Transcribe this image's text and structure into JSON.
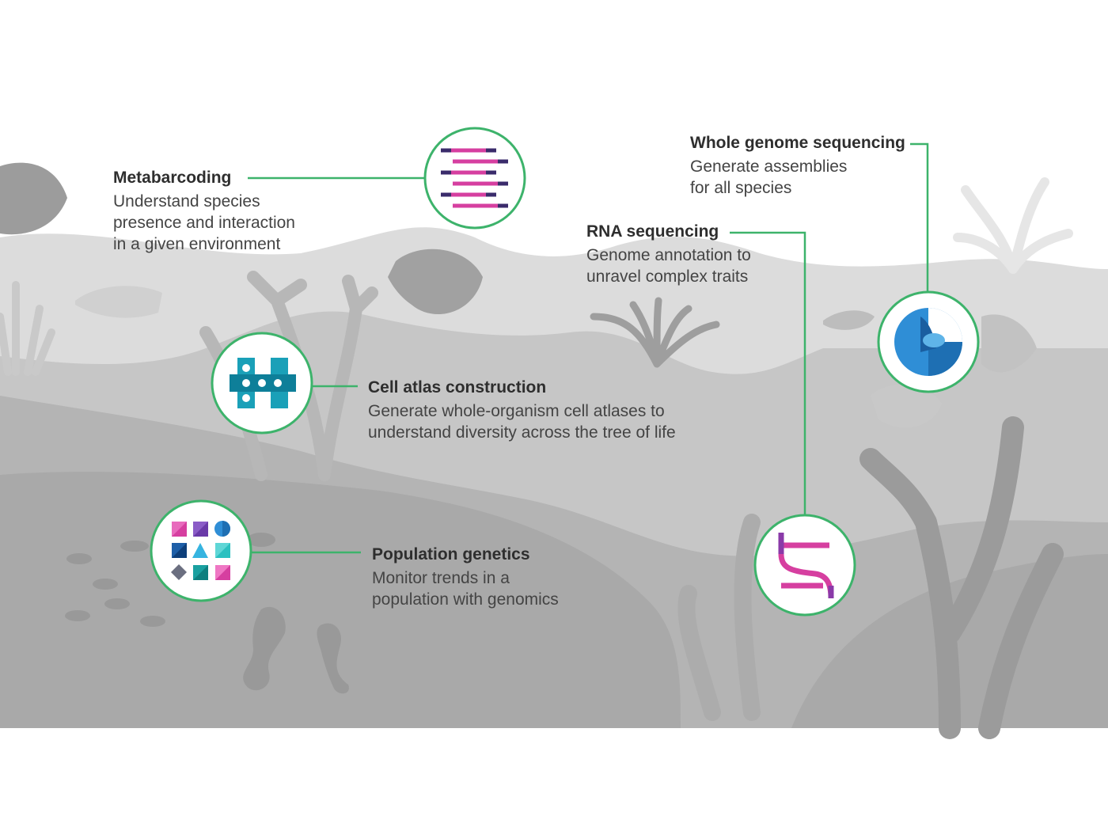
{
  "colors": {
    "connector": "#3db36b",
    "icon_border": "#3db36b",
    "scene_light": "#dcdcdc",
    "scene_mid": "#c3c3c3",
    "scene_dark": "#a9a9a9",
    "magenta": "#d63fa0",
    "navy": "#3a2b6b",
    "teal": "#1aa0b8",
    "blue": "#2f8ed6"
  },
  "items": [
    {
      "id": "metabarcoding",
      "title": "Metabarcoding",
      "desc": [
        "Understand species",
        "presence and interaction",
        "in a given environment"
      ],
      "icon": "dna-barcode-icon"
    },
    {
      "id": "whole-genome",
      "title": "Whole genome sequencing",
      "desc": [
        "Generate assemblies",
        "for all species"
      ],
      "icon": "genome-sphere-icon"
    },
    {
      "id": "rna",
      "title": "RNA sequencing",
      "desc": [
        "Genome annotation to",
        "unravel complex traits"
      ],
      "icon": "rna-strand-icon"
    },
    {
      "id": "cell-atlas",
      "title": "Cell atlas construction",
      "desc": [
        "Generate whole-organism cell atlases to",
        "understand diversity across the tree of life"
      ],
      "icon": "cell-atlas-icon"
    },
    {
      "id": "population",
      "title": "Population genetics",
      "desc": [
        "Monitor trends in a",
        "population with genomics"
      ],
      "icon": "population-grid-icon"
    }
  ]
}
